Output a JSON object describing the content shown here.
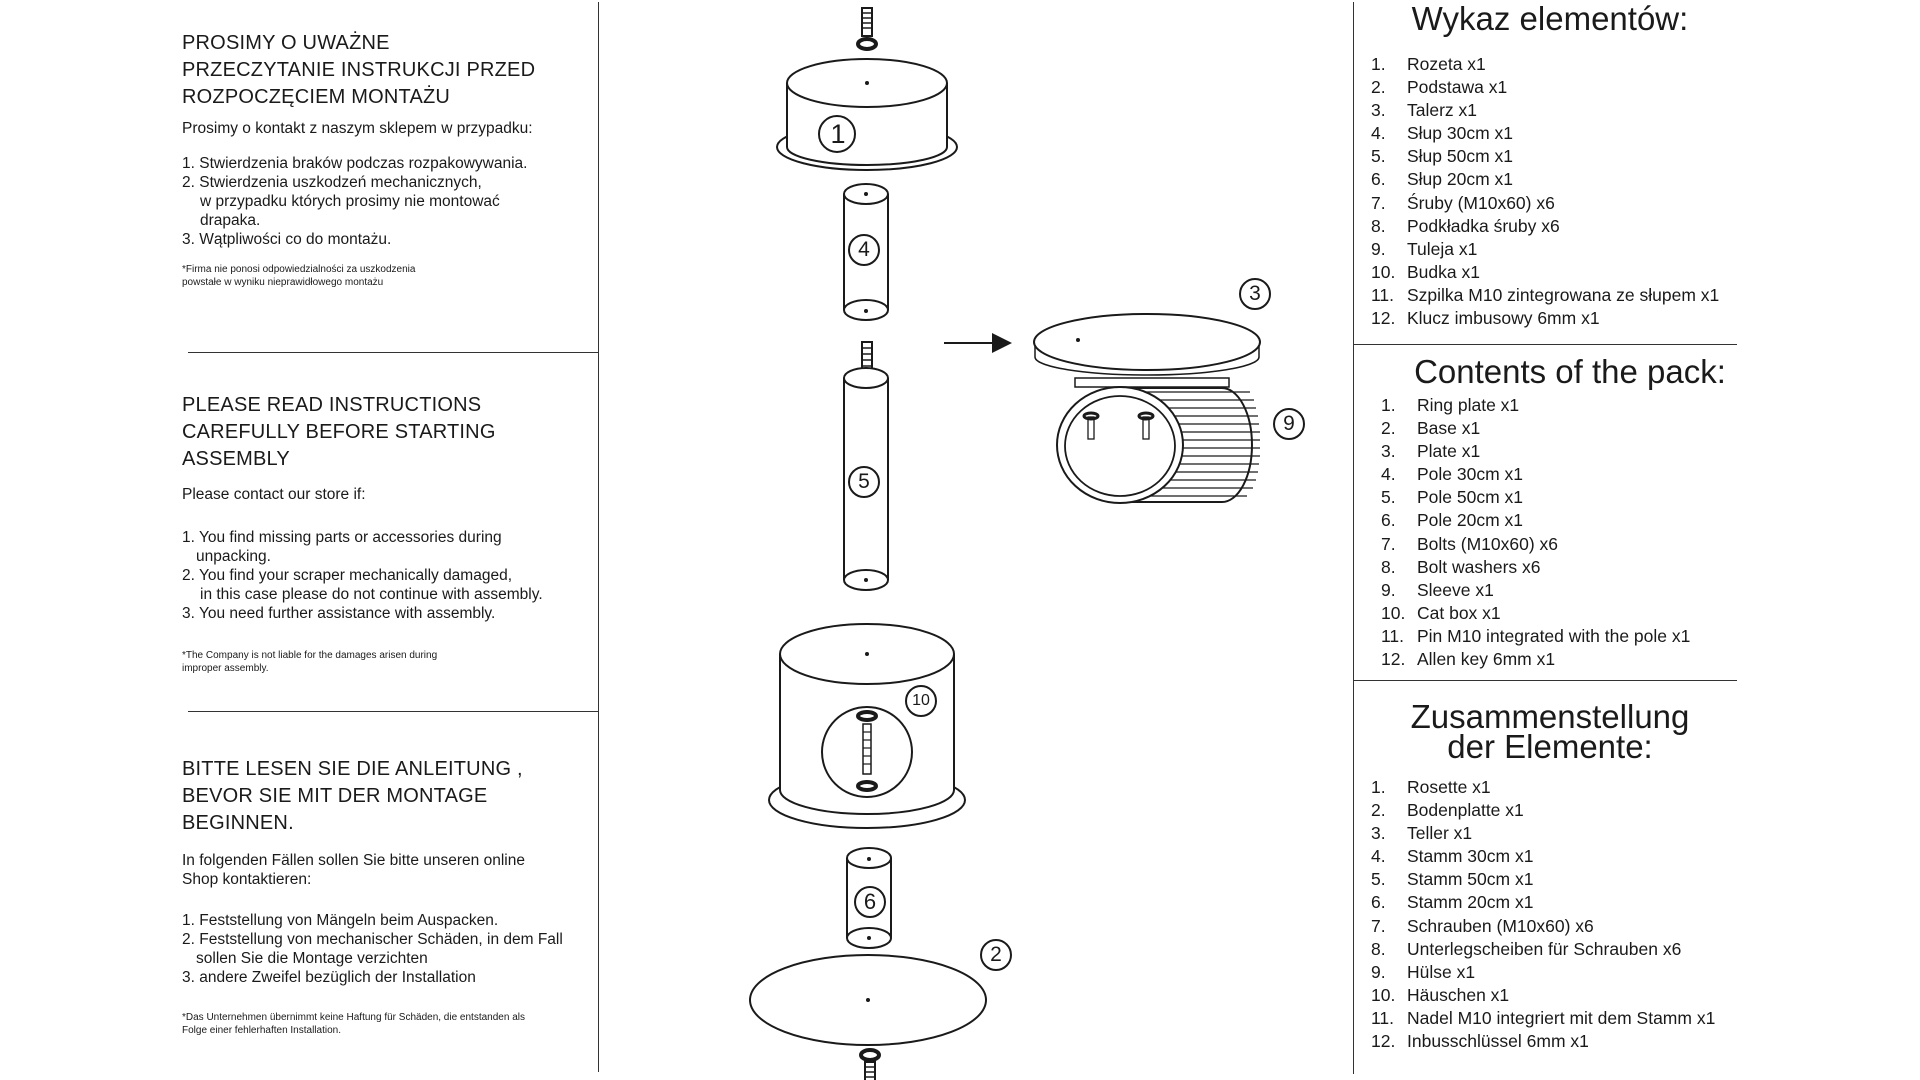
{
  "pl": {
    "title": "PROSIMY O UWAŻNE PRZECZYTANIE INSTRUKCJI PRZED ROZPOCZĘCIEM MONTAŻU",
    "intro": "Prosimy o kontakt z naszym sklepem w przypadku:",
    "items": [
      "1. Stwierdzenia braków podczas rozpakowywania.",
      "2. Stwierdzenia uszkodzeń mechanicznych,",
      "    w przypadku których prosimy nie montować",
      "    drapaka.",
      "3. Wątpliwości co do montażu."
    ],
    "note1": "*Firma nie ponosi odpowiedzialności za uszkodzenia",
    "note2": "powstałe w wyniku nieprawidłowego montażu"
  },
  "en": {
    "title": "PLEASE READ INSTRUCTIONS CAREFULLY BEFORE STARTING ASSEMBLY",
    "intro": "Please contact our store if:",
    "items": [
      "1. You find missing parts or accessories during",
      "    unpacking.",
      "2. You find your scraper mechanically damaged,",
      "    in this case please do not continue with assembly.",
      "3. You need further assistance with assembly."
    ],
    "note1": "*The Company is not liable for the damages arisen during",
    "note2": "improper assembly."
  },
  "de": {
    "title": "BITTE LESEN SIE DIE ANLEITUNG , BEVOR SIE MIT DER MONTAGE BEGINNEN.",
    "intro1": "In folgenden Fällen sollen Sie bitte unseren online",
    "intro2": "Shop kontaktieren:",
    "items": [
      "1. Feststellung von Mängeln beim Auspacken.",
      "2. Feststellung von mechanischer Schäden, in dem Fall",
      "    sollen Sie die Montage verzichten",
      "3. andere Zweifel bezüglich der Installation"
    ],
    "note1": "*Das Unternehmen übernimmt keine Haftung für Schäden, die entstanden als",
    "note2": "Folge einer  fehlerhaften Installation."
  },
  "diagram": {
    "labels": [
      "1",
      "2",
      "3",
      "4",
      "5",
      "6",
      "9",
      "10"
    ]
  },
  "lists": {
    "pl_title": "Wykaz elementów:",
    "pl": [
      "Rozeta x1",
      "Podstawa x1",
      "Talerz x1",
      "Słup 30cm x1",
      "Słup 50cm x1",
      "Słup 20cm x1",
      "Śruby (M10x60) x6",
      "Podkładka śruby x6",
      "Tuleja x1",
      "Budka x1",
      "Szpilka M10 zintegrowana ze słupem x1",
      "Klucz imbusowy 6mm x1"
    ],
    "en_title": "Contents of the pack:",
    "en": [
      "Ring plate x1",
      "Base x1",
      "Plate x1",
      "Pole 30cm x1",
      "Pole 50cm x1",
      "Pole 20cm x1",
      "Bolts (M10x60) x6",
      "Bolt washers x6",
      "Sleeve x1",
      "Cat box x1",
      "Pin M10 integrated with the pole x1",
      "Allen key 6mm x1"
    ],
    "de_title_1": "Zusammenstellung",
    "de_title_2": "der Elemente:",
    "de": [
      "Rosette x1",
      "Bodenplatte x1",
      "Teller x1",
      "Stamm 30cm x1",
      "Stamm 50cm x1",
      "Stamm 20cm x1",
      "Schrauben (M10x60) x6",
      "Unterlegscheiben für Schrauben x6",
      "Hülse x1",
      "Häuschen x1",
      "Nadel M10 integriert mit dem Stamm x1",
      "Inbusschlüssel 6mm x1"
    ],
    "numbers": [
      "1.",
      "2.",
      "3.",
      "4.",
      "5.",
      "6.",
      "7.",
      "8.",
      "9.",
      "10.",
      "11.",
      "12."
    ]
  }
}
